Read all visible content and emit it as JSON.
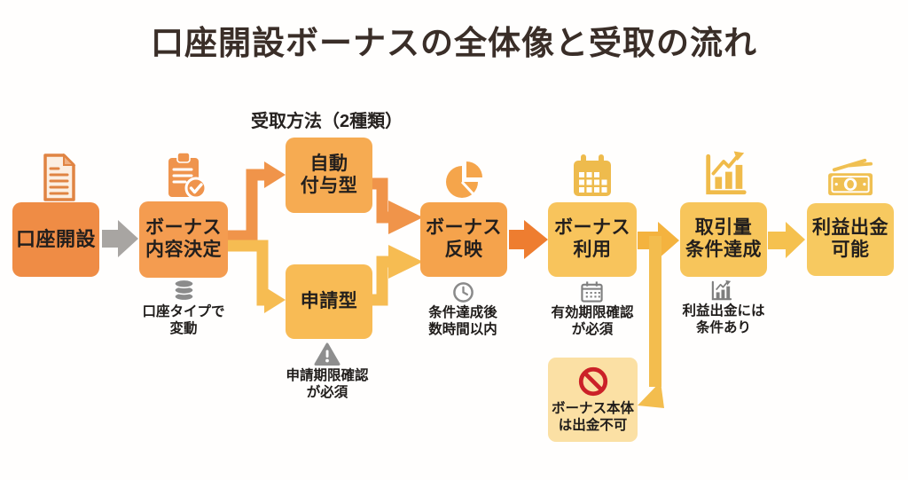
{
  "title": "口座開設ボーナスの全体像と受取の流れ",
  "branch_header": "受取方法（2種類）",
  "steps": {
    "account_open": {
      "label": "口座開設",
      "icon": "document-icon"
    },
    "bonus_decision": {
      "label": "ボーナス\n内容決定",
      "icon": "clipboard-check-icon",
      "note": "口座タイプで\n変動",
      "note_icon": "coins-icon"
    },
    "auto_grant": {
      "label": "自動\n付与型"
    },
    "application": {
      "label": "申請型",
      "note": "申請期限確認\nが必須",
      "note_icon": "warning-icon"
    },
    "bonus_reflect": {
      "label": "ボーナス\n反映",
      "icon": "pie-chart-icon",
      "note": "条件達成後\n数時間以内",
      "note_icon": "clock-icon"
    },
    "bonus_use": {
      "label": "ボーナス\n利用",
      "icon": "calendar-icon",
      "note": "有効期限確認\nが必須",
      "note_icon": "calendar-small-icon"
    },
    "volume_condition": {
      "label": "取引量\n条件達成",
      "icon": "bar-chart-icon",
      "note": "利益出金には\n条件あり",
      "note_icon": "bar-chart-small-icon"
    },
    "profit_withdraw": {
      "label": "利益出金\n可能",
      "icon": "money-icon"
    },
    "no_withdraw": {
      "label": "ボーナス本体\nは出金不可",
      "icon": "prohibition-icon"
    }
  },
  "colors": {
    "title_text": "#3a2e28",
    "step_account_open": "#ef8c45",
    "step_bonus_decision": "#f49c50",
    "step_auto_grant": "#f6ab52",
    "step_application": "#f8bb55",
    "step_bonus_reflect": "#f5a34c",
    "step_bonus_use": "#f8c45c",
    "step_volume_condition": "#f7c55b",
    "step_profit_withdraw": "#f7c960",
    "note_no_withdraw_bg": "#fbe0a4",
    "arrow_gray": "#a8a5a2",
    "arrow_orange": "#f0944a",
    "arrow_yellow": "#f6bc52",
    "arrow_dark_orange": "#ee7d30",
    "arrow_gold": "#f4b33f",
    "arrow_gold_light": "#f5c14f",
    "prohibition_red": "#cb2128"
  }
}
